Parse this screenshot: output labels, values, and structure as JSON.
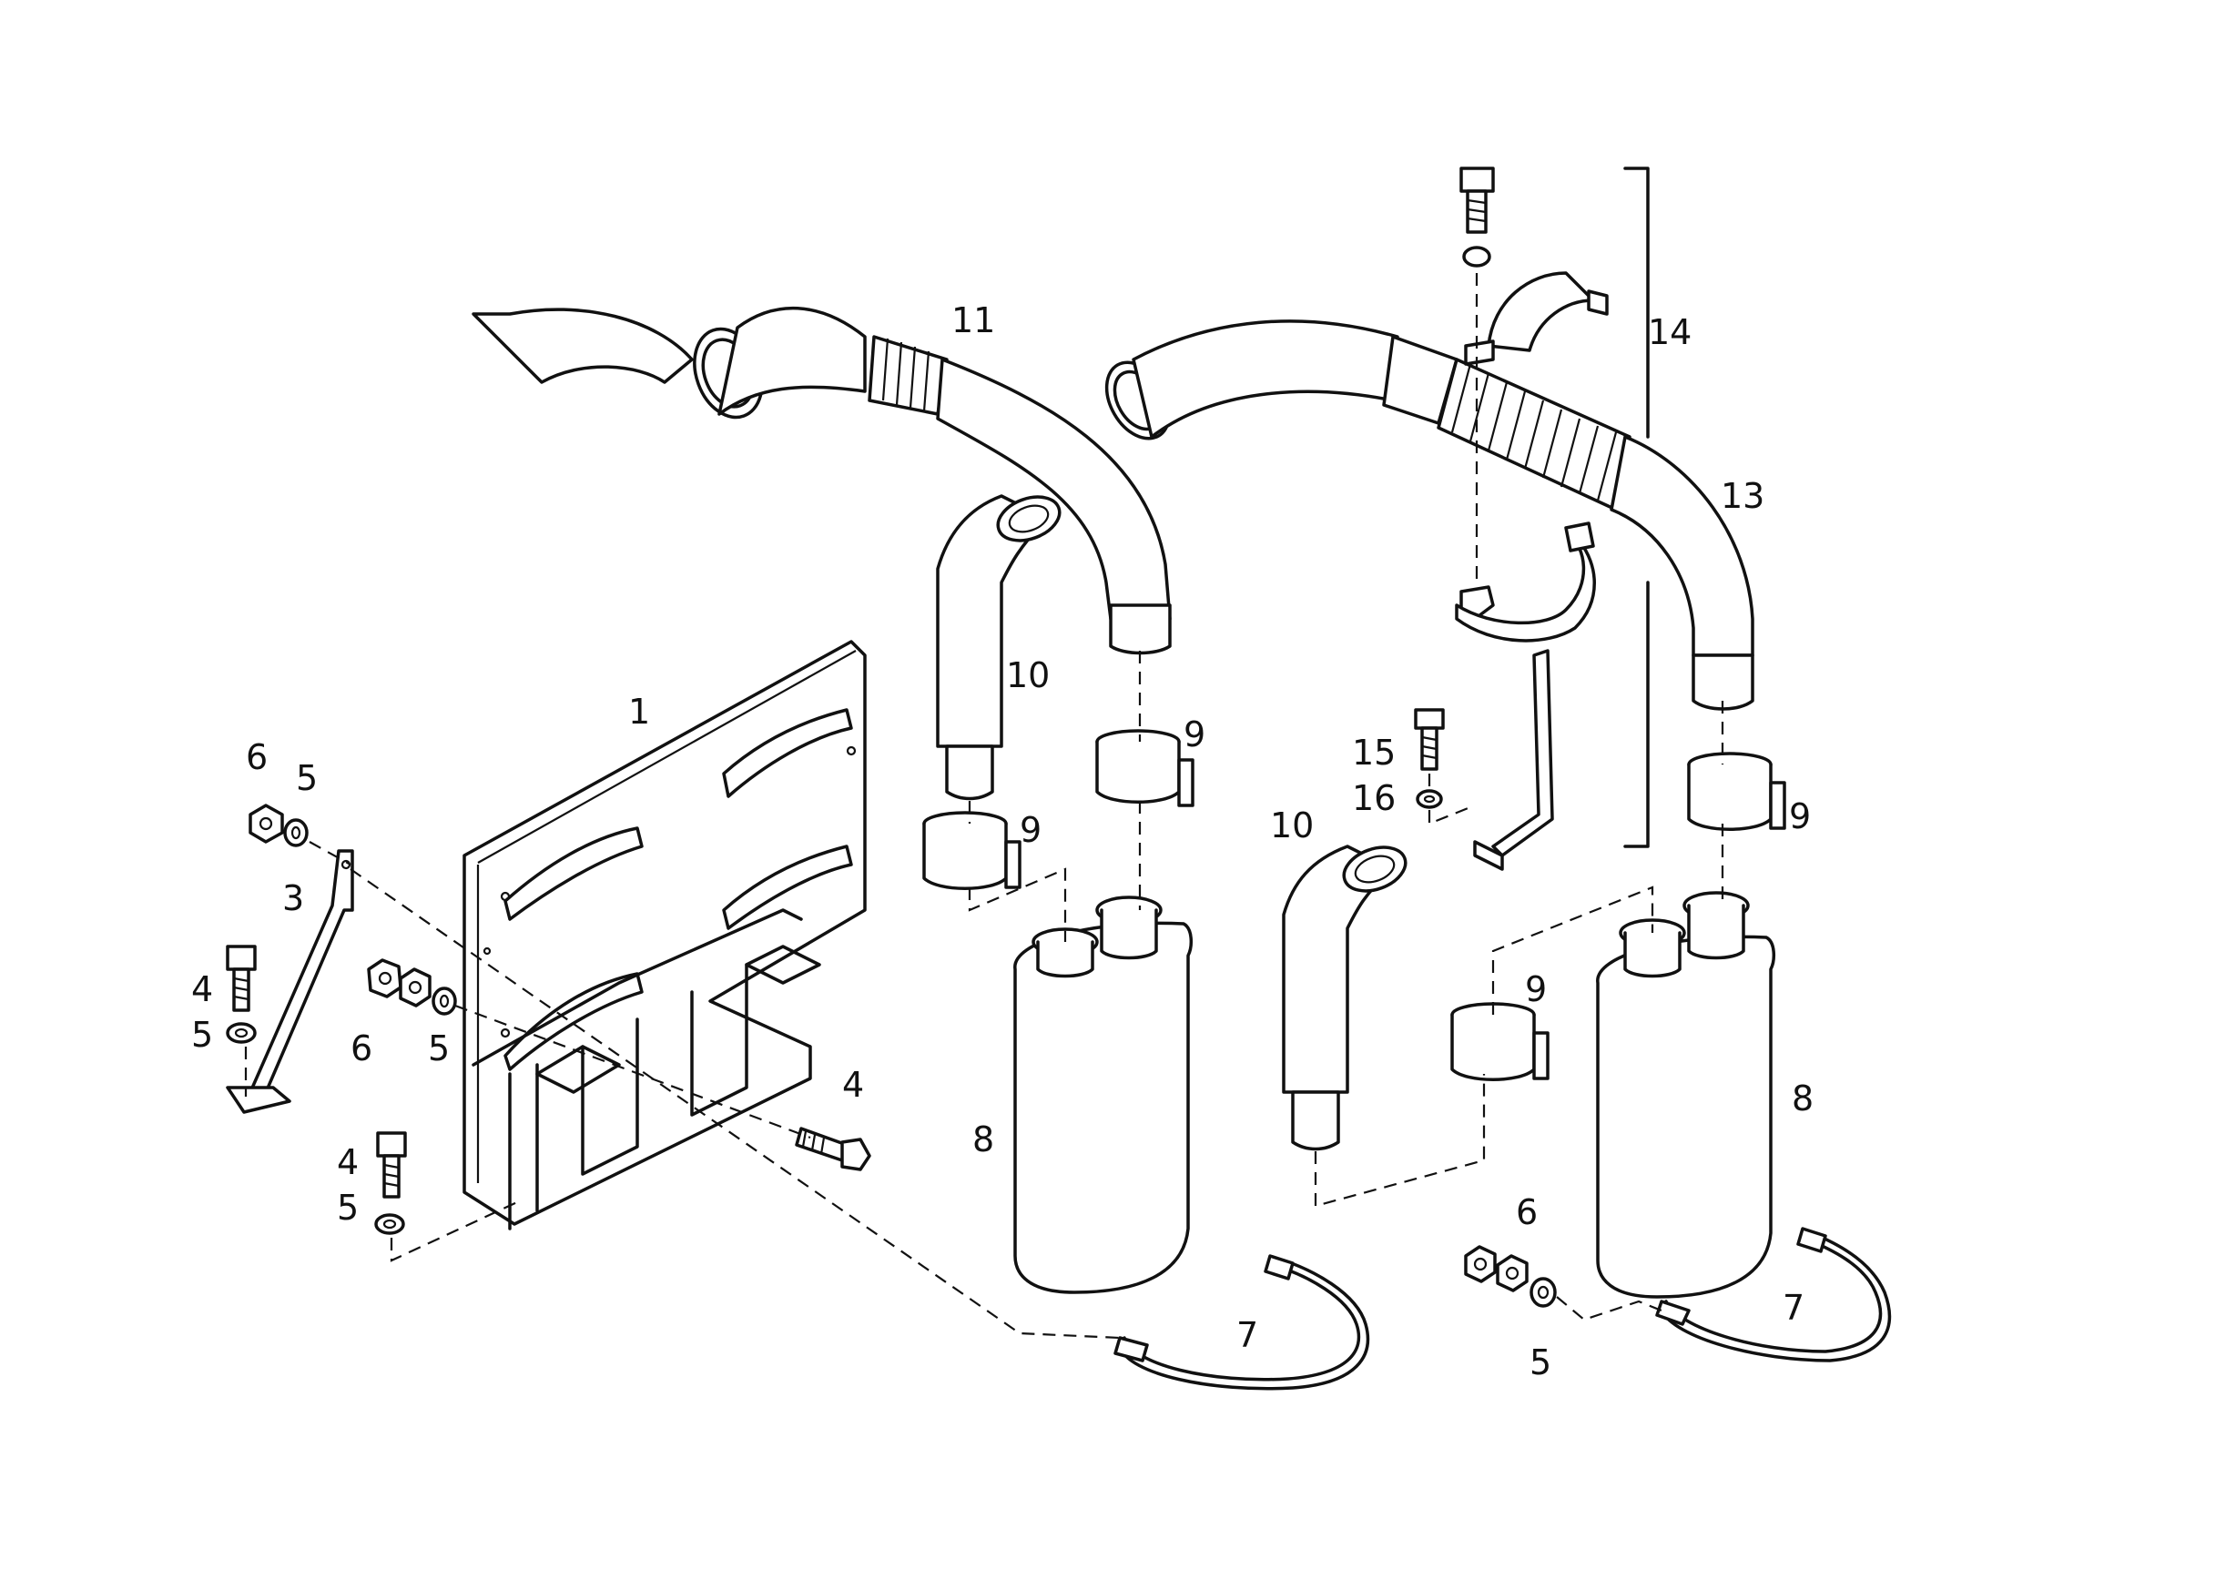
{
  "callouts": {
    "c1": "1",
    "c3": "3",
    "c4a": "4",
    "c4b": "4",
    "c4c": "4",
    "c5a": "5",
    "c5b": "5",
    "c5c": "5",
    "c5d": "5",
    "c5e": "5",
    "c6a": "6",
    "c6b": "6",
    "c6c": "6",
    "c7a": "7",
    "c7b": "7",
    "c8a": "8",
    "c8b": "8",
    "c9a": "9",
    "c9b": "9",
    "c9c": "9",
    "c9d": "9",
    "c10a": "10",
    "c10b": "10",
    "c11": "11",
    "c13": "13",
    "c14": "14",
    "c15": "15",
    "c16": "16"
  }
}
